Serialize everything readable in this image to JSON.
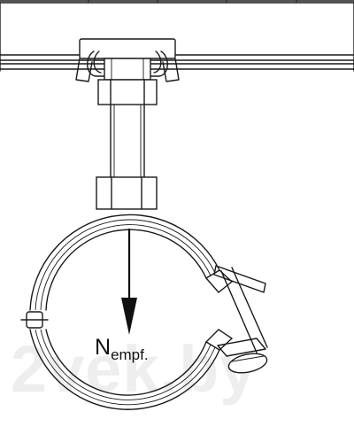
{
  "figure": {
    "force_label": "N",
    "force_label_subscript": "empf.",
    "watermark": "2vek.by"
  },
  "colors": {
    "line": "#1a1a1a",
    "background": "#ffffff",
    "watermark": "#eeeeee"
  }
}
